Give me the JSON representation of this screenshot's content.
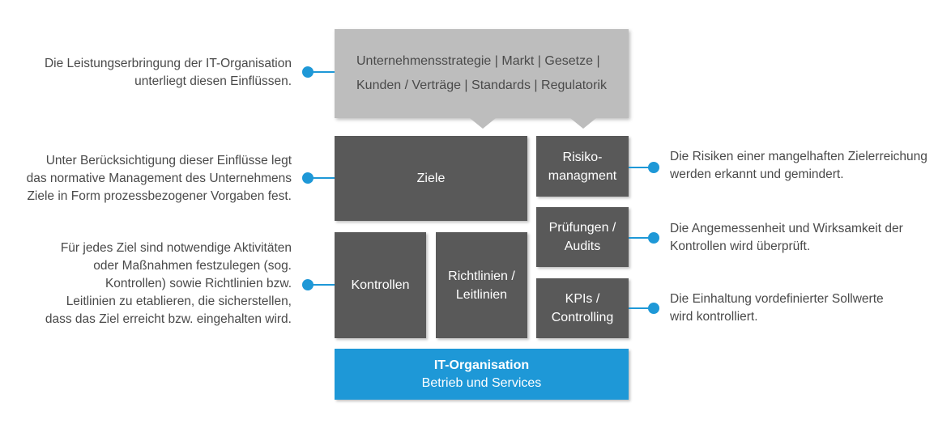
{
  "top_box": {
    "line1": "Unternehmensstrategie | Markt | Gesetze |",
    "line2": "Kunden / Verträge  | Standards  | Regulatorik"
  },
  "boxes": {
    "ziele": "Ziele",
    "risiko": "Risiko-\nmanagment",
    "pruefungen": "Prüfungen /\nAudits",
    "kontrollen": "Kontrollen",
    "richtlinien": "Richtlinien /\nLeitlinien",
    "kpis": "KPIs /\nControlling"
  },
  "it_org": {
    "title": "IT-Organisation",
    "subtitle": "Betrieb und Services"
  },
  "notes_left": {
    "influences": "Die Leistungserbringung der IT-Organisation\nunterliegt diesen Einflüssen.",
    "goals": "Unter Berücksichtigung dieser Einflüsse legt\ndas normative Management des Unternehmens\nZiele in Form prozessbezogener Vorgaben fest.",
    "controls": "Für jedes Ziel sind notwendige Aktivitäten\noder Maßnahmen festzulegen (sog.\nKontrollen) sowie Richtlinien bzw.\nLeitlinien zu etablieren, die sicherstellen,\ndass das Ziel erreicht bzw. eingehalten wird."
  },
  "notes_right": {
    "risk": "Die Risiken einer mangelhaften Zielerreichung\nwerden erkannt und gemindert.",
    "audit": "Die Angemessenheit und Wirksamkeit der\nKontrollen wird überprüft.",
    "kpi": "Die Einhaltung vordefinierter Sollwerte\nwird kontrolliert."
  },
  "colors": {
    "accent_blue": "#1e98d7",
    "dark_box": "#595959",
    "light_box": "#bdbdbd",
    "text": "#4a4a4a"
  }
}
